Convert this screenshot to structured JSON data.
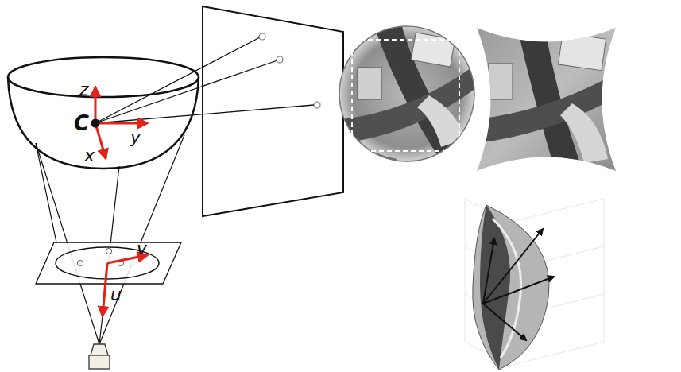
{
  "diagram": {
    "labels": [
      "z",
      "C",
      "y",
      "x",
      "v",
      "u"
    ]
  }
}
